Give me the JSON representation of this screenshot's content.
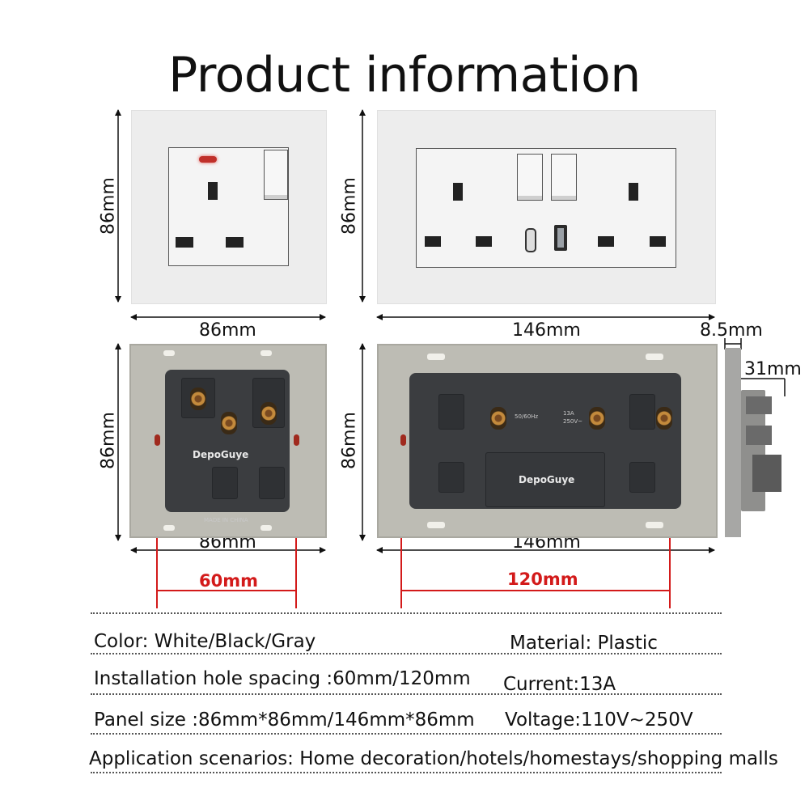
{
  "title": "Product information",
  "dimensions": {
    "single_height": "86mm",
    "single_width": "86mm",
    "double_height": "86mm",
    "double_width": "146mm",
    "back_single_height": "86mm",
    "back_single_width": "86mm",
    "back_double_height": "86mm",
    "back_double_width": "146mm",
    "depth_plate": "8.5mm",
    "depth_total": "31mm",
    "hole_spacing_single": "60mm",
    "hole_spacing_double": "120mm"
  },
  "back_labels": {
    "brand_single": "DepoGuye",
    "brand_double": "DepoGuye",
    "made_in": "MADE IN CHINA",
    "rating_1": "13A",
    "rating_2": "250V~",
    "freq": "50/60Hz"
  },
  "specs": {
    "color": "Color: White/Black/Gray",
    "material": "Material: Plastic",
    "hole_spacing": "Installation hole spacing :60mm/120mm",
    "current": "Current:13A",
    "panel_size": "Panel size :86mm*86mm/146mm*86mm",
    "voltage": "Voltage:110V~250V",
    "application": "Application scenarios: Home decoration/hotels/homestays/shopping malls"
  },
  "colors": {
    "accent_red": "#d31a1a",
    "panel_white": "#ededed",
    "back_gray": "#bdbcb4",
    "body_dark": "#3b3d40"
  }
}
